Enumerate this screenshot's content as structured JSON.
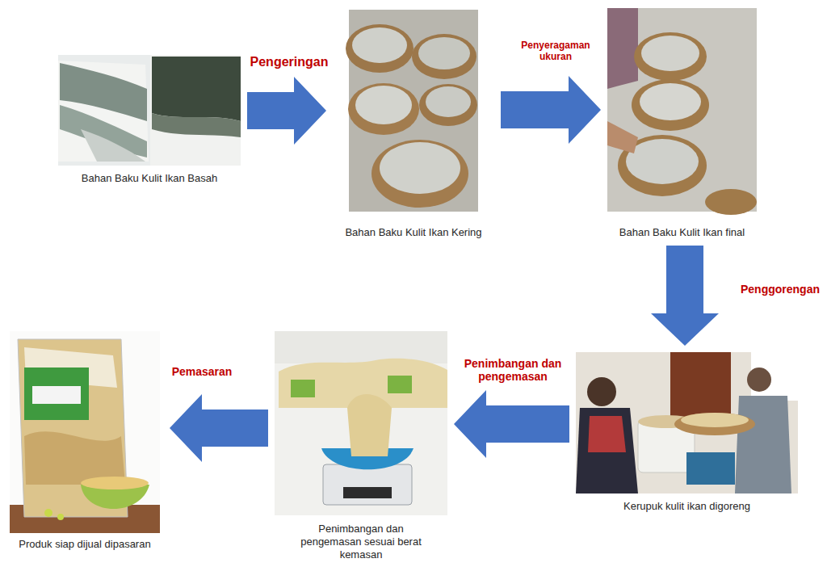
{
  "diagram": {
    "nodes": [
      {
        "text": [
          "Bahan Baku Kulit Ikan Basah"
        ]
      },
      {
        "text": [
          "Bahan Baku Kulit Ikan Kering"
        ]
      },
      {
        "text": [
          "Bahan Baku Kulit Ikan final"
        ]
      },
      {
        "text": [
          "Kerupuk kulit ikan digoreng"
        ]
      },
      {
        "text": [
          "Penimbangan dan pengemasan sesuai berat kemasan"
        ]
      },
      {
        "text": [
          "Produk siap dijual dipasaran"
        ]
      }
    ],
    "edges": [
      {
        "from": 0,
        "to": 1,
        "label": "Pengeringan",
        "arrow": "to"
      },
      {
        "from": 1,
        "to": 2,
        "label": "Penyeragaman ukuran",
        "arrow": "to"
      },
      {
        "from": 2,
        "to": 3,
        "label": "Penggorengan",
        "arrow": "to"
      },
      {
        "from": 3,
        "to": 4,
        "label": "Penimbangan dan pengemasan",
        "arrow": "to"
      },
      {
        "from": 4,
        "to": 5,
        "label": "Pemasaran",
        "arrow": "to"
      }
    ]
  }
}
